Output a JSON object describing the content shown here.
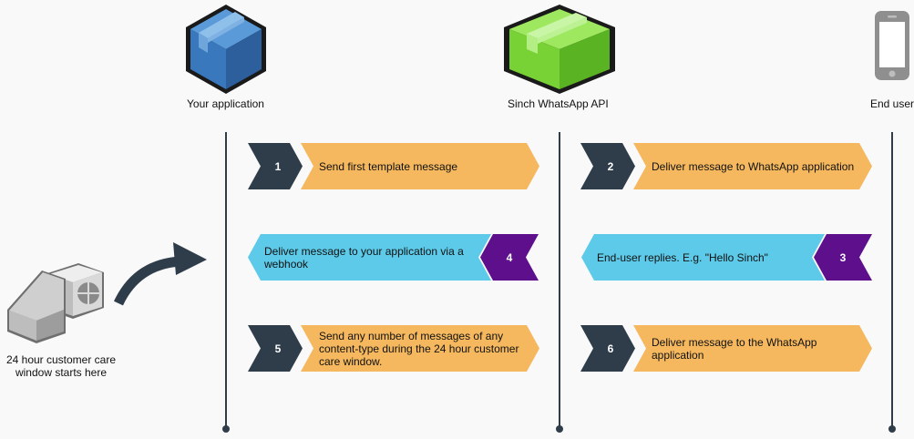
{
  "actors": {
    "app": {
      "label": "Your application",
      "icon": "blue-box-icon",
      "color": "#3d7fc3"
    },
    "api": {
      "label": "Sinch WhatsApp API",
      "icon": "green-box-icon",
      "color": "#7fd83a"
    },
    "user": {
      "label": "End user",
      "icon": "mobile-phone-icon",
      "color": "#8a8a8a"
    }
  },
  "steps": {
    "s1": {
      "num": "1",
      "text": "Send first template message"
    },
    "s2": {
      "num": "2",
      "text": "Deliver message to WhatsApp application"
    },
    "s3": {
      "num": "3",
      "text": "End-user replies. E.g. \"Hello Sinch\""
    },
    "s4": {
      "num": "4",
      "text": "Deliver message to your application via a webhook"
    },
    "s5": {
      "num": "5",
      "text": "Send any number of messages of any content-type during the 24 hour customer care window."
    },
    "s6": {
      "num": "6",
      "text": "Deliver message to the WhatsApp application"
    }
  },
  "window_note": {
    "text": "24 hour customer care window starts here",
    "icon": "window-starts-icon"
  },
  "colors": {
    "dark": "#2f3d4a",
    "orange": "#f5b85e",
    "blue": "#5ccae8",
    "purple": "#5e0f8b",
    "lifeline": "#2f3d4a"
  }
}
